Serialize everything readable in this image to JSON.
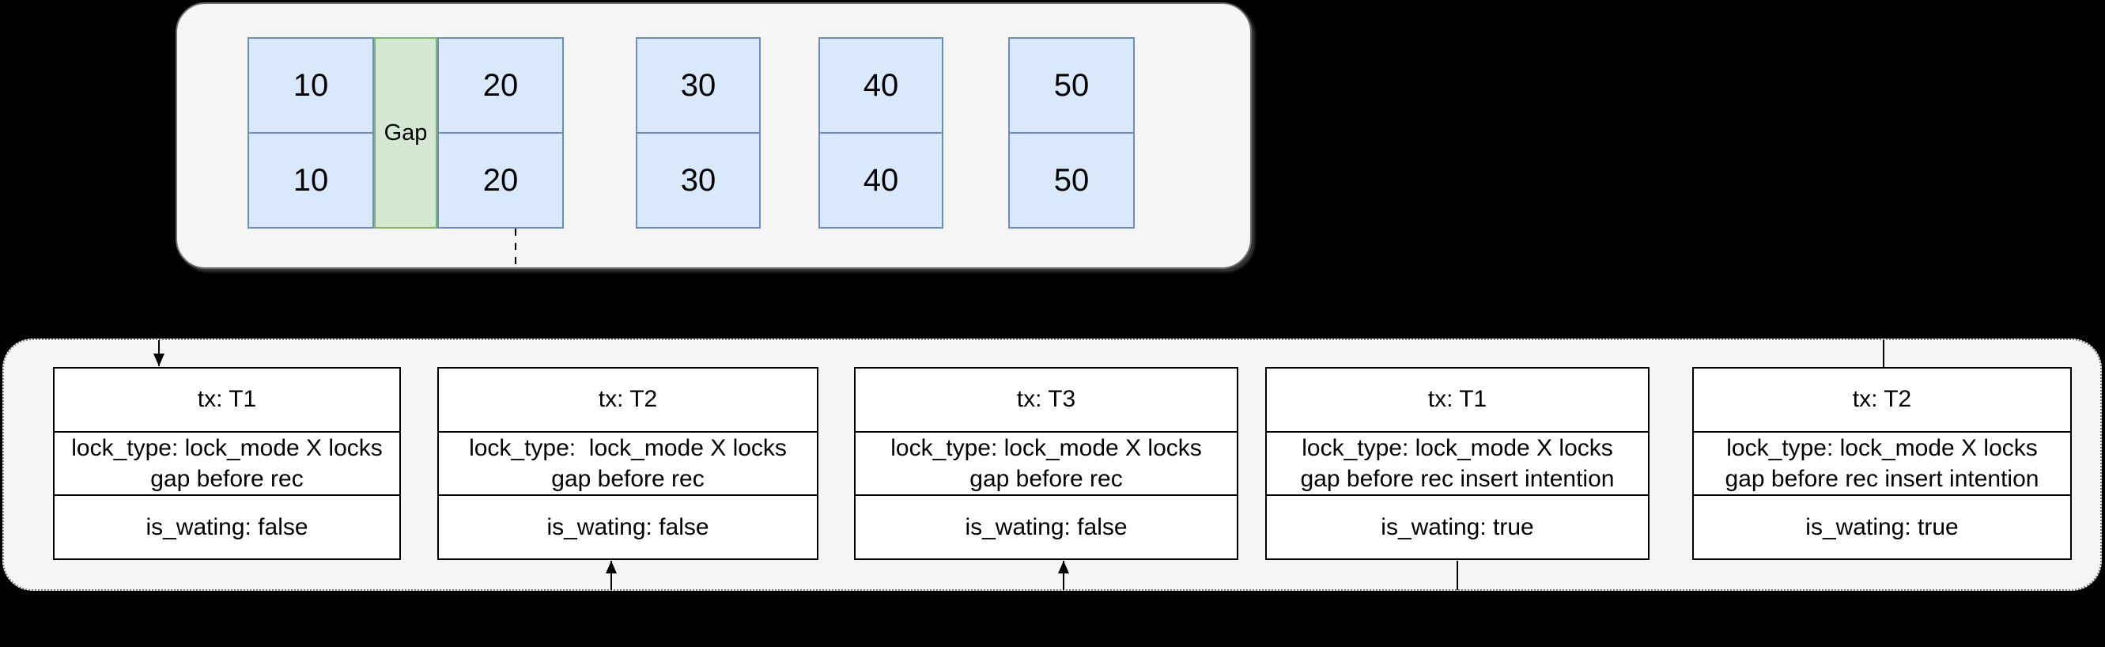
{
  "canvas": {
    "background": "#000000"
  },
  "records_panel": {
    "fill": "#f5f5f5",
    "record_fill": "#dae8fc",
    "record_border": "#6c8ebf",
    "gap_fill": "#d5e8d4",
    "gap_border": "#82b366",
    "gap_label": "Gap",
    "records": [
      {
        "key": "10",
        "top": "10",
        "bottom": "10"
      },
      {
        "key": "20",
        "top": "20",
        "bottom": "20"
      },
      {
        "key": "30",
        "top": "30",
        "bottom": "30"
      },
      {
        "key": "40",
        "top": "40",
        "bottom": "40"
      },
      {
        "key": "50",
        "top": "50",
        "bottom": "50"
      }
    ],
    "gap_between": [
      "10",
      "20"
    ],
    "dashed_connector_from": "20"
  },
  "locks_panel": {
    "fill": "#f5f5f5",
    "lock_boxes": [
      {
        "tx": "tx: T1",
        "lock_type_lines": [
          "lock_type: lock_mode X locks",
          "gap before rec"
        ],
        "is_waiting": "is_wating: false",
        "connector": "arrow-pointing-into-top"
      },
      {
        "tx": "tx: T2",
        "lock_type_lines": [
          "lock_type:  lock_mode X locks",
          "gap before rec"
        ],
        "is_waiting": "is_wating: false",
        "connector": "arrow-pointing-into-bottom"
      },
      {
        "tx": "tx: T3",
        "lock_type_lines": [
          "lock_type: lock_mode X locks",
          "gap before rec"
        ],
        "is_waiting": "is_wating: false",
        "connector": "arrow-pointing-into-bottom"
      },
      {
        "tx": "tx: T1",
        "lock_type_lines": [
          "lock_type: lock_mode X locks",
          "gap before rec insert intention"
        ],
        "is_waiting": "is_wating: true",
        "connector": "line-from-bottom"
      },
      {
        "tx": "tx: T2",
        "lock_type_lines": [
          "lock_type: lock_mode X locks",
          "gap before rec insert intention"
        ],
        "is_waiting": "is_wating: true",
        "connector": "line-into-top"
      }
    ]
  }
}
